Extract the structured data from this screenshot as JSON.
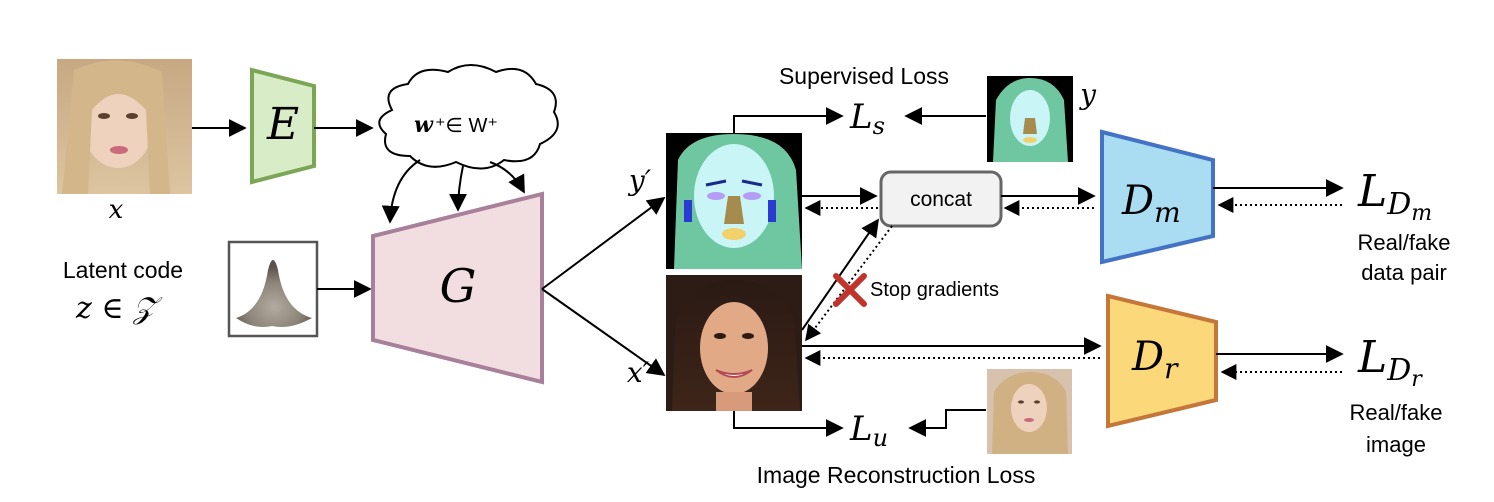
{
  "inputs": {
    "x_label": "x",
    "latent_label": "Latent code",
    "latent_math": "z ∈ 𝒵"
  },
  "encoder": {
    "label": "E",
    "color": "#d8ecc8",
    "stroke": "#7aa655"
  },
  "latent_cloud": {
    "w_bold": "w",
    "w_rest": "⁺∈ W⁺"
  },
  "generator": {
    "label": "G",
    "color": "#f2dde0",
    "stroke": "#a9809a"
  },
  "outputs": {
    "y_prime_label": "y′",
    "x_prime_label": "x′",
    "y_label": "y"
  },
  "concat": {
    "label": "concat"
  },
  "stop_gradients": {
    "label": "Stop gradients"
  },
  "losses": {
    "supervised_title": "Supervised Loss",
    "ls_main": "L",
    "ls_sub": "s",
    "lu_main": "L",
    "lu_sub": "u",
    "recon_title": "Image Reconstruction Loss",
    "ldm_main": "L",
    "ldm_sub": "D",
    "ldm_subsub": "m",
    "ldr_main": "L",
    "ldr_sub": "D",
    "ldr_subsub": "r"
  },
  "discriminator_m": {
    "main": "D",
    "sub": "m",
    "color": "#aadcf2",
    "stroke": "#4472c4"
  },
  "discriminator_r": {
    "main": "D",
    "sub": "r",
    "color": "#fbd97a",
    "stroke": "#c5773a"
  },
  "captions": {
    "dm_line1": "Real/fake",
    "dm_line2": "data pair",
    "dr_line1": "Real/fake",
    "dr_line2": "image"
  }
}
